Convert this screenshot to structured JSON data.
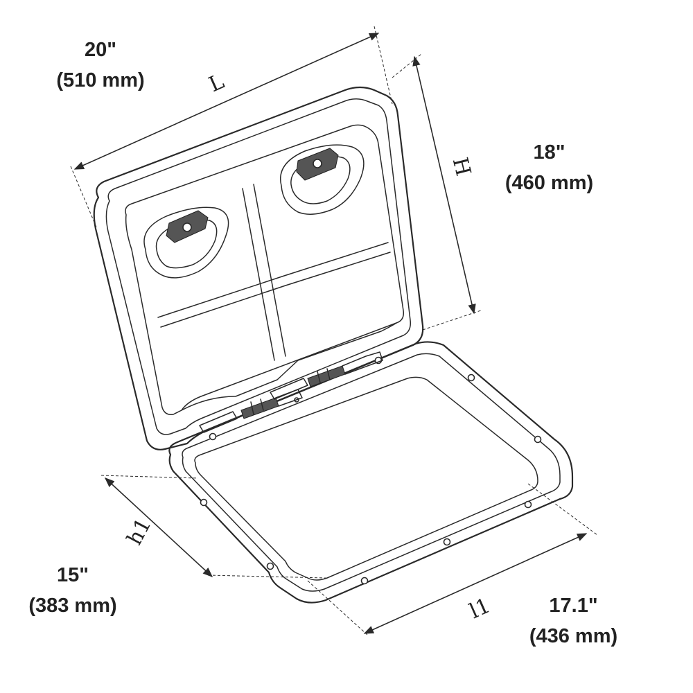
{
  "diagram": {
    "dimensions": {
      "length": {
        "symbol": "L",
        "imperial": "20\"",
        "metric": "(510 mm)"
      },
      "height": {
        "symbol": "H",
        "imperial": "18\"",
        "metric": "(460 mm)"
      },
      "cutout_height": {
        "symbol": "h1",
        "imperial": "15\"",
        "metric": "(383 mm)"
      },
      "cutout_length": {
        "symbol": "l1",
        "imperial": "17.1\"",
        "metric": "(436 mm)"
      }
    }
  }
}
